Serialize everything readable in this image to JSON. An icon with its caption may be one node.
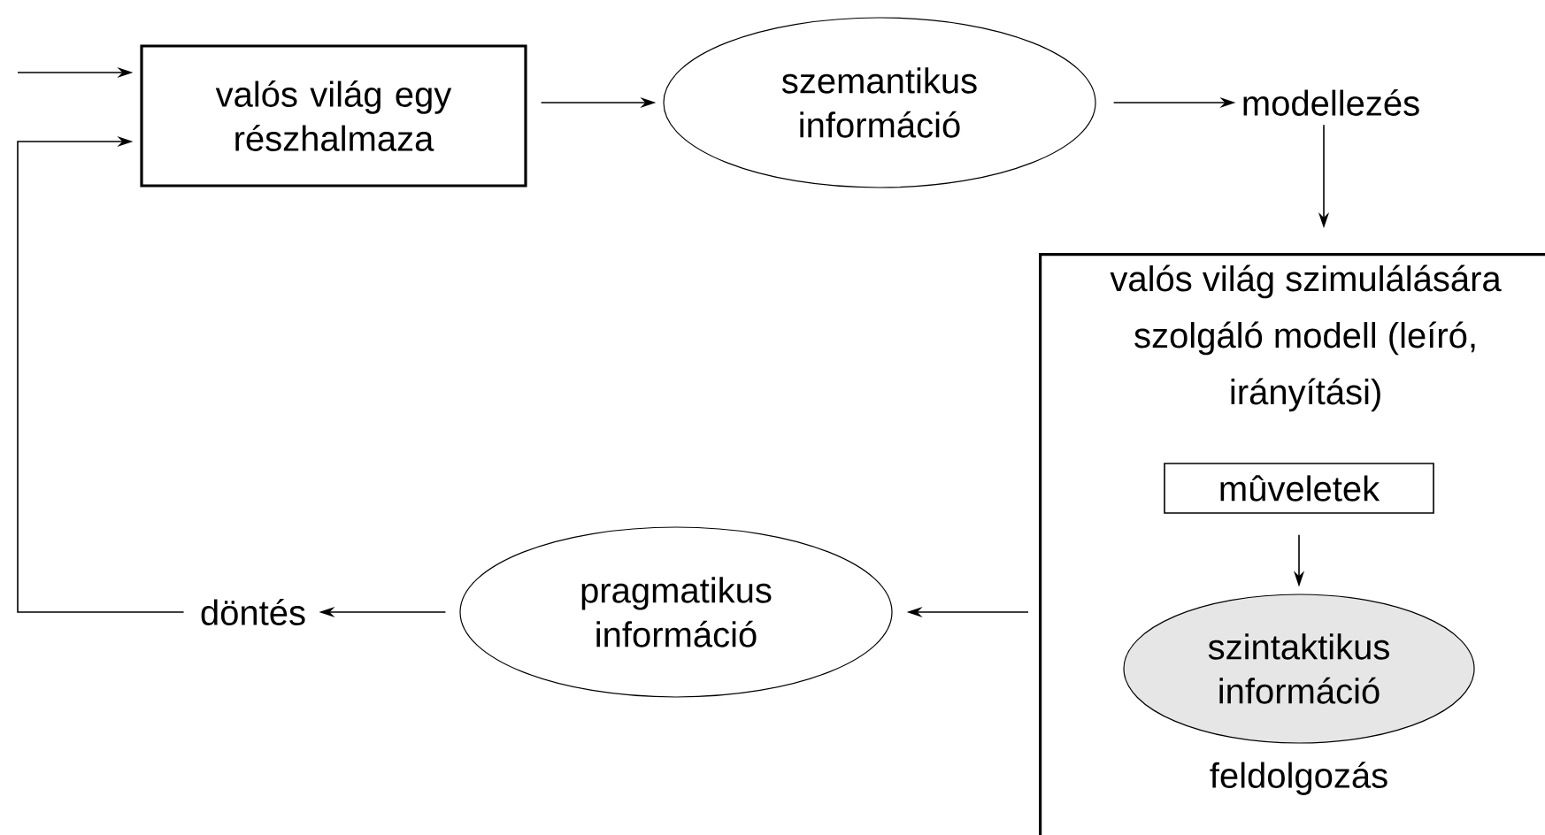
{
  "diagram": {
    "nodes": [
      {
        "text": [
          "valós világ egy részhalmaza"
        ]
      },
      {
        "text": [
          "szemantikus információ"
        ]
      },
      {
        "text": [
          "modellezés"
        ]
      },
      {
        "text": [
          "valós világ szimulálására szolgáló modell (leíró, irányítási)"
        ]
      },
      {
        "text": [
          "mûveletek"
        ],
        "in": 3
      },
      {
        "text": [
          "szintaktikus információ"
        ],
        "in": 3,
        "beside": [
          "feldolgozás"
        ]
      },
      {
        "text": [
          "pragmatikus információ"
        ]
      },
      {
        "text": [
          "döntés"
        ]
      }
    ],
    "edges": [
      {
        "from": null,
        "to": 0,
        "arrow": "to"
      },
      {
        "from": 0,
        "to": 1,
        "arrow": "to"
      },
      {
        "from": 1,
        "to": 2,
        "arrow": "to"
      },
      {
        "from": 2,
        "to": 3,
        "arrow": "to"
      },
      {
        "from": 4,
        "to": 5,
        "arrow": "to"
      },
      {
        "from": 3,
        "to": 6,
        "arrow": "to"
      },
      {
        "from": 6,
        "to": 7,
        "arrow": "to"
      },
      {
        "from": 7,
        "to": 0,
        "arrow": "to"
      }
    ]
  }
}
